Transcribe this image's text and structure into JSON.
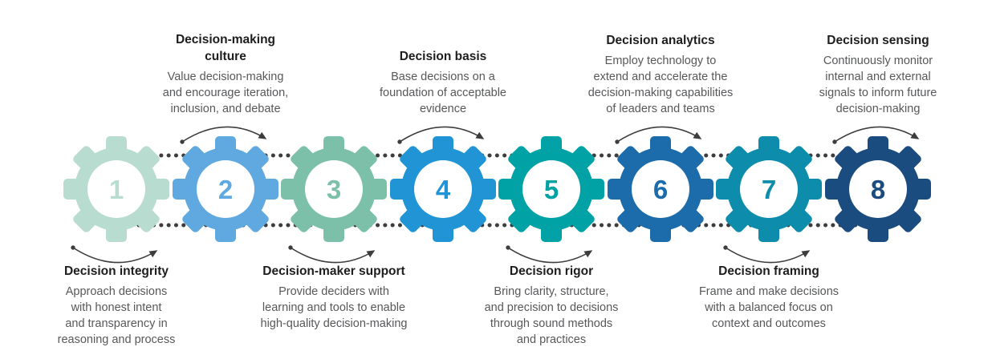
{
  "figure": {
    "name": "Decision gears process diagram",
    "connector_color": "#3d3d3d",
    "heading_color": "#1d1d1d",
    "body_text_color": "#57585a",
    "steps": [
      {
        "number": "1",
        "color": "#b9dcd0",
        "label_position": "below",
        "title": "Decision integrity",
        "description": "Approach decisions\nwith honest intent\nand transparency in\nreasoning and process"
      },
      {
        "number": "2",
        "color": "#60a9e0",
        "label_position": "above",
        "title": "Decision-making\nculture",
        "description": "Value decision-making\nand encourage iteration,\ninclusion, and debate"
      },
      {
        "number": "3",
        "color": "#7cc0aa",
        "label_position": "below",
        "title": "Decision-maker support",
        "description": "Provide deciders with\nlearning and tools to enable\nhigh-quality decision-making"
      },
      {
        "number": "4",
        "color": "#2094d4",
        "label_position": "above",
        "title": "Decision basis",
        "description": "Base decisions on a\nfoundation of acceptable\nevidence"
      },
      {
        "number": "5",
        "color": "#00a2a6",
        "label_position": "below",
        "title": "Decision rigor",
        "description": "Bring clarity, structure,\nand precision to decisions\nthrough sound methods\nand practices"
      },
      {
        "number": "6",
        "color": "#1c6cab",
        "label_position": "above",
        "title": "Decision analytics",
        "description": "Employ technology to\nextend and accelerate the\ndecision-making capabilities\nof leaders and teams"
      },
      {
        "number": "7",
        "color": "#0d8cac",
        "label_position": "below",
        "title": "Decision framing",
        "description": "Frame and make decisions\nwith a balanced focus on\ncontext and outcomes"
      },
      {
        "number": "8",
        "color": "#1a4c80",
        "label_position": "above",
        "title": "Decision sensing",
        "description": "Continuously monitor\ninternal and external\nsignals to inform future\ndecision-making"
      }
    ]
  }
}
